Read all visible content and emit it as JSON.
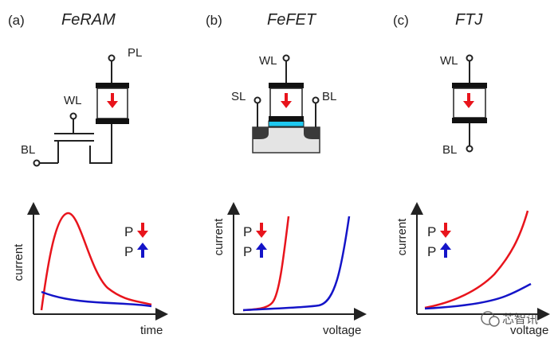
{
  "panels": [
    {
      "letter": "(a)",
      "title": "FeRAM",
      "terminals": {
        "pl": "PL",
        "wl": "WL",
        "bl": "BL"
      },
      "plot": {
        "ylabel": "current",
        "xlabel": "time",
        "legend_p": "P"
      }
    },
    {
      "letter": "(b)",
      "title": "FeFET",
      "terminals": {
        "wl": "WL",
        "sl": "SL",
        "bl": "BL"
      },
      "plot": {
        "ylabel": "current",
        "xlabel": "voltage",
        "legend_p": "P"
      }
    },
    {
      "letter": "(c)",
      "title": "FTJ",
      "terminals": {
        "wl": "WL",
        "bl": "BL"
      },
      "plot": {
        "ylabel": "current",
        "xlabel": "voltage",
        "legend_p": "P"
      }
    }
  ],
  "legend": {
    "down_arrow": "polarization-down-arrow-icon",
    "up_arrow": "polarization-up-arrow-icon",
    "down_color": "#e8141c",
    "up_color": "#1414c8"
  },
  "colors": {
    "electrode": "#111111",
    "ferroelectric": "#ffffff",
    "channel_oxide": "#1ec8f0",
    "substrate": "#e4e4e4",
    "curve_down": "#e8141c",
    "curve_up": "#1414c8"
  },
  "watermark": "芯智讯"
}
